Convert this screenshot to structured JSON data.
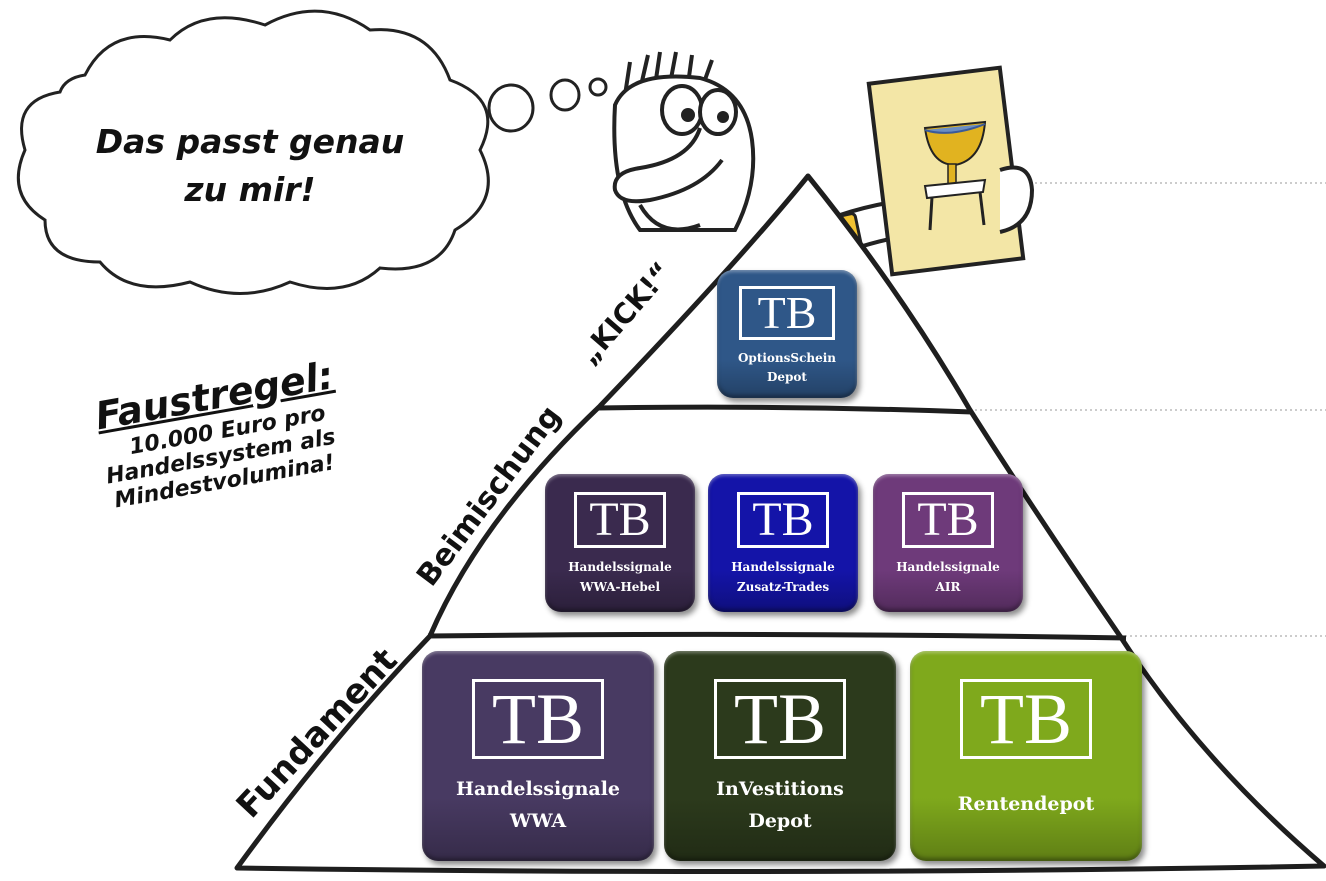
{
  "thought_bubble": {
    "line1": "Das passt genau",
    "line2": "zu mir!"
  },
  "rule_of_thumb": {
    "title": "Faustregel:",
    "line1": "10.000 Euro pro",
    "line2": "Handelssystem als",
    "line3": "Mindestvolumina!"
  },
  "levels": {
    "top": "„KICK!“",
    "middle": "Beimischung",
    "bottom": "Fundament"
  },
  "logo_text": "TB",
  "tiles": [
    {
      "line1": "OptionsSchein",
      "line2": "Depot",
      "color": "#2f5788"
    },
    {
      "line1": "Handelssignale",
      "line2": "WWA-Hebel",
      "color": "#3a2a4e"
    },
    {
      "line1": "Handelssignale",
      "line2": "Zusatz-Trades",
      "color": "#1414a8"
    },
    {
      "line1": "Handelssignale",
      "line2": "AIR",
      "color": "#6e3a7a"
    },
    {
      "line1": "Handelssignale",
      "line2": "WWA",
      "color": "#483a62"
    },
    {
      "line1": "InVestitions",
      "line2": "Depot",
      "color": "#2c3a1c"
    },
    {
      "line1": "Rentendepot",
      "line2": "",
      "color": "#7fa91c"
    }
  ],
  "colors": {
    "outline": "#1e1e1e",
    "card": "#f3e6a6"
  }
}
